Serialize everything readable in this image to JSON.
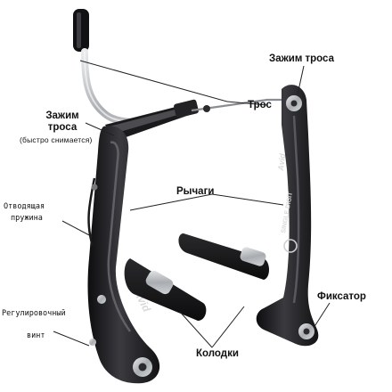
{
  "labels": {
    "cable_clamp_top": "Зажим троса",
    "cable": "Трос",
    "cable_clamp_left_line1": "Зажим",
    "cable_clamp_left_line2": "троса",
    "cable_clamp_left_note": "(быстро снимается)",
    "return_spring_line1": "Отводящая",
    "return_spring_line2": "пружина",
    "levers": "Рычаги",
    "adjust_screw_line1": "Регулировочный",
    "adjust_screw_line2": "винт",
    "fixer": "Фиксатор",
    "pads": "Колодки"
  },
  "part_markings": {
    "brand_left": "Avid",
    "brand_right": "Avid",
    "arm_text": "SINGLE DIGIT"
  },
  "colors": {
    "arm_black": "#1c1c1e",
    "arm_highlight": "#5a5a60",
    "cable_silver": "#b9bcc0",
    "pointer_line": "#222222"
  }
}
